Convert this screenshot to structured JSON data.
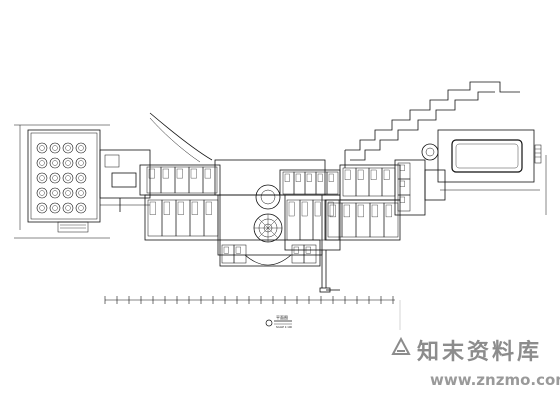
{
  "drawing": {
    "title_label": "平面图",
    "scale_label": "SCALE 1:100"
  },
  "watermark": {
    "site_name": "知末资料库",
    "url": "www.znzmo.com",
    "logo_icon": "znzmo-logo-icon"
  },
  "colors": {
    "ink": "#111111",
    "watermark": "#8c8c8c"
  }
}
